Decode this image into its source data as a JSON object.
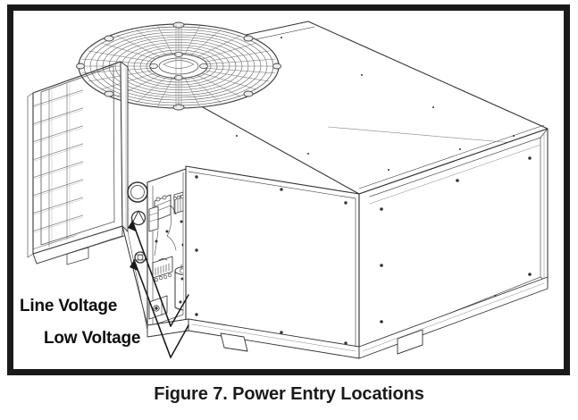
{
  "figure": {
    "caption": "Figure 7. Power Entry Locations",
    "subject": "packaged-hvac-unit-line-drawing",
    "frame_color": "#1a1a1a",
    "background_color": "#ffffff",
    "line_color": "#333333"
  },
  "callouts": [
    {
      "id": "line-voltage",
      "label": "Line Voltage",
      "points_to": "upper-knockout-hole"
    },
    {
      "id": "low-voltage",
      "label": "Low Voltage",
      "points_to": "lower-knockout-hole"
    }
  ],
  "unit_parts": {
    "fan_grille": "fan-guard-grille",
    "coil_guard": "condenser-coil-guard",
    "control_panel": "electrical-control-panel",
    "capacitor": "run-capacitor",
    "contactor": "contactor",
    "terminal_block": "terminal-block",
    "service_valve": "service-valve",
    "access_panel": "service-access-panel",
    "base_rail": "base-rail-with-forklift-slots",
    "knockouts": [
      "line-voltage-knockout",
      "low-voltage-knockout",
      "large-conduit-ring"
    ]
  }
}
